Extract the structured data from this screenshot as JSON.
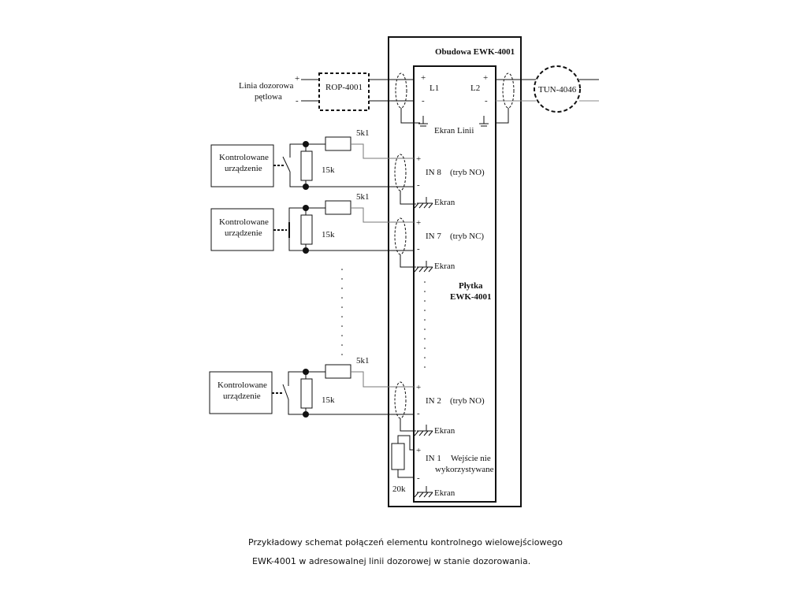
{
  "diagram": {
    "enclosure_label": "Obudowa EWK-4001",
    "board_label_line1": "Płytka",
    "board_label_line2": "EWK-4001",
    "loop_label_line1": "Linia dozorowa",
    "loop_label_line2": "pętlowa",
    "rop_label": "ROP-4001",
    "tun_label": "TUN-4046",
    "l1_label": "L1",
    "l2_label": "L2",
    "plus": "+",
    "minus": "-",
    "line_shield_label": "Ekran Linii",
    "shield_label": "Ekran",
    "device_label_line1": "Kontrolowane",
    "device_label_line2": "urządzenie",
    "series_resistor": "5k1",
    "parallel_resistor": "15k",
    "termination_resistor": "20k",
    "inputs": [
      {
        "name": "IN 8",
        "mode": "(tryb NO)"
      },
      {
        "name": "IN 7",
        "mode": "(tryb NC)"
      },
      {
        "name": "IN 2",
        "mode": "(tryb NO)"
      },
      {
        "name": "IN 1",
        "mode_line1": "Wejście nie",
        "mode_line2": "wykorzystywane"
      }
    ]
  },
  "caption": {
    "line1": "Przykładowy schemat połączeń elementu kontrolnego wielowejściowego",
    "line2": "EWK-4001 w adresowalnej linii dozorowej w stanie dozorowania."
  }
}
